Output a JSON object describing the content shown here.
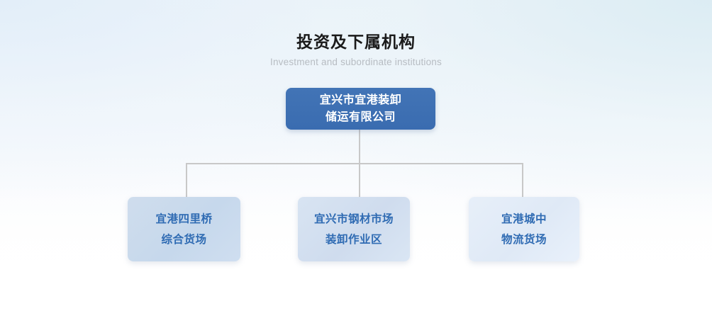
{
  "header": {
    "title": "投资及下属机构",
    "subtitle": "Investment and subordinate institutions"
  },
  "org_chart": {
    "root": {
      "name": "宜兴市宜港装卸储运有限公司",
      "lines": [
        "宜兴市宜港装卸",
        "储运有限公司"
      ]
    },
    "children": [
      {
        "name": "宜港四里桥综合货场",
        "lines": [
          "宜港四里桥",
          "综合货场"
        ]
      },
      {
        "name": "宜兴市钢材市场装卸作业区",
        "lines": [
          "宜兴市钢材市场",
          "装卸作业区"
        ]
      },
      {
        "name": "宜港城中物流货场",
        "lines": [
          "宜港城中",
          "物流货场"
        ]
      }
    ]
  },
  "colors": {
    "root_box": "#3f72b4",
    "root_text": "#ffffff",
    "child_text": "#2f6bb3",
    "child_box_left": "#c9daee",
    "child_box_center": "#d4e1f1",
    "child_box_right": "#e6eef8",
    "connector_line": "#c8c8c8",
    "title_text": "#1a1a1a",
    "subtitle_text": "#b7bcc2",
    "background_top_left": "#eff4fa",
    "background_top_right": "#e4eff5",
    "background_bottom": "#ffffff"
  }
}
